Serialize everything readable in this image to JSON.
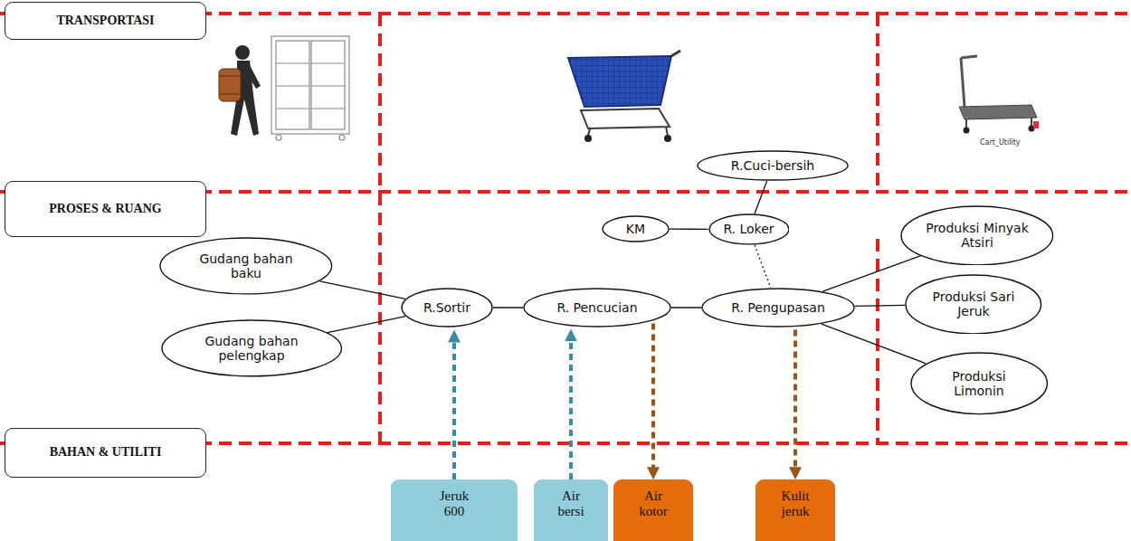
{
  "diagram": {
    "nodes": [
      {
        "text": [
          "TRANSPORTASI"
        ]
      },
      {
        "text": [
          "PROSES & RUANG"
        ]
      },
      {
        "text": [
          "BAHAN & UTILITI"
        ]
      },
      {
        "text": [
          "R.Cuci-bersih"
        ]
      },
      {
        "text": [
          "KM"
        ]
      },
      {
        "text": [
          "R. Loker"
        ]
      },
      {
        "text": [
          "Gudang bahan baku"
        ]
      },
      {
        "text": [
          "Gudang bahan pelengkap"
        ]
      },
      {
        "text": [
          "R.Sortir"
        ]
      },
      {
        "text": [
          "R. Pencucian"
        ]
      },
      {
        "text": [
          "R. Pengupasan"
        ]
      },
      {
        "text": [
          "Produksi Minyak Atsiri"
        ]
      },
      {
        "text": [
          "Produksi Sari Jeruk"
        ]
      },
      {
        "text": [
          "Produksi Limonin"
        ]
      },
      {
        "text": [
          "Jeruk 600"
        ]
      },
      {
        "text": [
          "Air bersi"
        ]
      },
      {
        "text": [
          "Air kotor"
        ]
      },
      {
        "text": [
          "Kulit jeruk"
        ]
      }
    ],
    "edges": [
      {
        "from": 3,
        "to": 5,
        "arrow": "none"
      },
      {
        "from": 4,
        "to": 5,
        "arrow": "none"
      },
      {
        "from": 5,
        "to": 10,
        "arrow": "none"
      },
      {
        "from": 6,
        "to": 8,
        "arrow": "none"
      },
      {
        "from": 7,
        "to": 8,
        "arrow": "none"
      },
      {
        "from": 8,
        "to": 9,
        "arrow": "none"
      },
      {
        "from": 9,
        "to": 10,
        "arrow": "none"
      },
      {
        "from": 10,
        "to": 11,
        "arrow": "none"
      },
      {
        "from": 10,
        "to": 12,
        "arrow": "none"
      },
      {
        "from": 10,
        "to": 13,
        "arrow": "none"
      },
      {
        "from": 14,
        "to": 8,
        "arrow": "to"
      },
      {
        "from": 15,
        "to": 9,
        "arrow": "to"
      },
      {
        "from": 9,
        "to": 16,
        "arrow": "to"
      },
      {
        "from": 10,
        "to": 17,
        "arrow": "to"
      }
    ],
    "labels": [
      "Cart_Utility"
    ]
  }
}
